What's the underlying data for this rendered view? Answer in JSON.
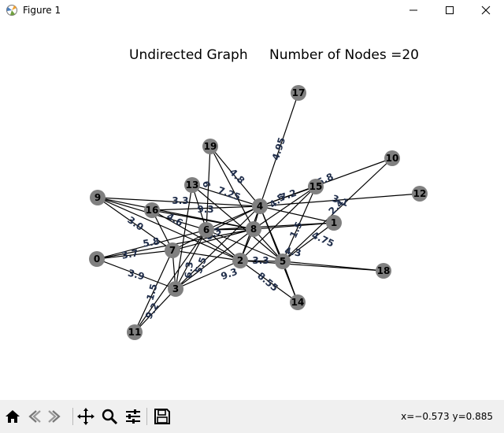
{
  "window": {
    "title": "Figure 1",
    "minimize_glyph": "—",
    "maximize_glyph": "☐",
    "close_glyph": "✕"
  },
  "plot": {
    "title_left": "Undirected Graph",
    "title_right": "Number of Nodes =20"
  },
  "graph": {
    "node_color": "#808080",
    "edge_color": "#000000",
    "edge_label_color": "#1f2d4a",
    "nodes": [
      {
        "id": "0"
      },
      {
        "id": "1"
      },
      {
        "id": "2"
      },
      {
        "id": "3"
      },
      {
        "id": "4"
      },
      {
        "id": "5"
      },
      {
        "id": "6"
      },
      {
        "id": "7"
      },
      {
        "id": "8"
      },
      {
        "id": "9"
      },
      {
        "id": "10"
      },
      {
        "id": "11"
      },
      {
        "id": "12"
      },
      {
        "id": "13"
      },
      {
        "id": "14"
      },
      {
        "id": "15"
      },
      {
        "id": "16"
      },
      {
        "id": "17"
      },
      {
        "id": "18"
      },
      {
        "id": "19"
      }
    ],
    "edges": [
      [
        "17",
        "4"
      ],
      [
        "19",
        "4"
      ],
      [
        "19",
        "6"
      ],
      [
        "19",
        "8"
      ],
      [
        "10",
        "4"
      ],
      [
        "10",
        "5"
      ],
      [
        "12",
        "4"
      ],
      [
        "15",
        "4"
      ],
      [
        "15",
        "2"
      ],
      [
        "15",
        "8"
      ],
      [
        "15",
        "5"
      ],
      [
        "9",
        "4"
      ],
      [
        "9",
        "6"
      ],
      [
        "9",
        "8"
      ],
      [
        "9",
        "2"
      ],
      [
        "9",
        "7"
      ],
      [
        "13",
        "4"
      ],
      [
        "13",
        "6"
      ],
      [
        "13",
        "3"
      ],
      [
        "13",
        "5"
      ],
      [
        "16",
        "4"
      ],
      [
        "16",
        "8"
      ],
      [
        "16",
        "2"
      ],
      [
        "16",
        "7"
      ],
      [
        "0",
        "6"
      ],
      [
        "0",
        "8"
      ],
      [
        "0",
        "3"
      ],
      [
        "0",
        "7"
      ],
      [
        "6",
        "4"
      ],
      [
        "6",
        "8"
      ],
      [
        "6",
        "2"
      ],
      [
        "6",
        "1"
      ],
      [
        "6",
        "5"
      ],
      [
        "6",
        "3"
      ],
      [
        "7",
        "4"
      ],
      [
        "7",
        "2"
      ],
      [
        "7",
        "3"
      ],
      [
        "7",
        "8"
      ],
      [
        "8",
        "4"
      ],
      [
        "8",
        "1"
      ],
      [
        "8",
        "2"
      ],
      [
        "8",
        "5"
      ],
      [
        "8",
        "3"
      ],
      [
        "4",
        "1"
      ],
      [
        "4",
        "5"
      ],
      [
        "4",
        "2"
      ],
      [
        "4",
        "14"
      ],
      [
        "4",
        "3"
      ],
      [
        "5",
        "18"
      ],
      [
        "5",
        "14"
      ],
      [
        "5",
        "1"
      ],
      [
        "2",
        "14"
      ],
      [
        "2",
        "3"
      ],
      [
        "2",
        "5"
      ],
      [
        "2",
        "18"
      ],
      [
        "3",
        "11"
      ],
      [
        "11",
        "7"
      ],
      [
        "11",
        "6"
      ]
    ],
    "edge_labels": [
      {
        "text": "4.95"
      },
      {
        "text": "4.8"
      },
      {
        "text": "7.25"
      },
      {
        "text": "6"
      },
      {
        "text": "7.2"
      },
      {
        "text": "5.8"
      },
      {
        "text": "3.1"
      },
      {
        "text": "2.4"
      },
      {
        "text": "3.3"
      },
      {
        "text": "9.3"
      },
      {
        "text": "3.0"
      },
      {
        "text": "4.6"
      },
      {
        "text": "3.7"
      },
      {
        "text": "5.8"
      },
      {
        "text": "3.9"
      },
      {
        "text": "1.5"
      },
      {
        "text": "9.2"
      },
      {
        "text": "9.3"
      },
      {
        "text": "3.3"
      },
      {
        "text": "8.55"
      },
      {
        "text": "4.75"
      },
      {
        "text": "4.3"
      },
      {
        "text": "1.5"
      },
      {
        "text": "4.5"
      },
      {
        "text": "6.3"
      },
      {
        "text": "5.5"
      },
      {
        "text": "6.3"
      }
    ]
  },
  "toolbar": {
    "status": "x=−0.573 y=0.885",
    "buttons": [
      "home-icon",
      "back-icon",
      "forward-icon",
      "pan-icon",
      "zoom-icon",
      "configure-subplots-icon",
      "save-icon"
    ]
  }
}
